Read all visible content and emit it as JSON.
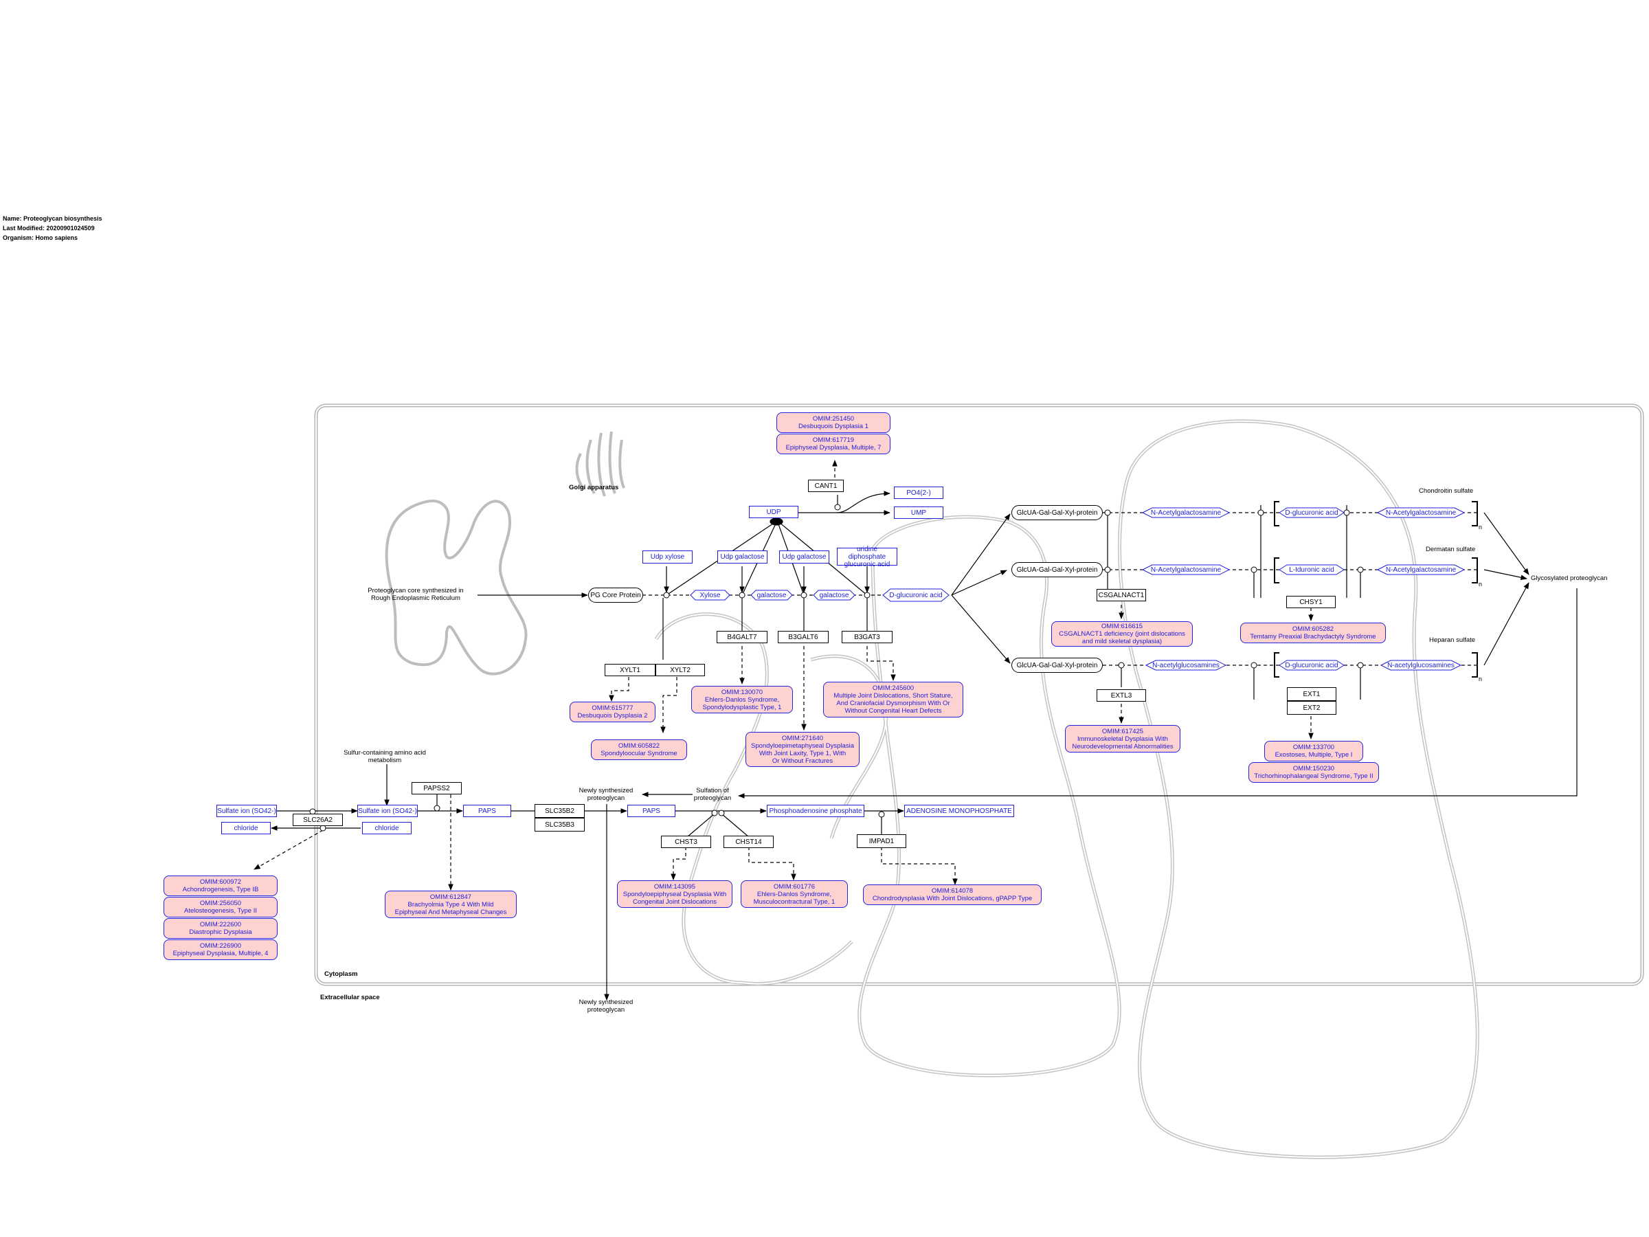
{
  "info": {
    "name": "Name: Proteoglycan biosynthesis",
    "modified": "Last Modified: 20200901024509",
    "organism": "Organism: Homo sapiens"
  },
  "compartments": {
    "golgi": "Golgi apparatus",
    "cytoplasm": "Cytoplasm",
    "extracellular": "Extracellular space"
  },
  "labels": {
    "pg_core_er": "Proteoglycan core synthesized in Rough Endoplasmic Reticulum",
    "sulfur_amino": "Sulfur-containing amino acid metabolism",
    "newly_pg_top": "Newly synthesized proteoglycan",
    "sulfation": "Sulfation of proteoglycan",
    "newly_pg_bottom": "Newly synthesized proteoglycan",
    "chondroitin": "Chondroitin sulfate",
    "dermatan": "Dermatan sulfate",
    "heparan": "Heparan sulfate",
    "glycosylated": "Glycosylated proteoglycan",
    "n1": "n",
    "n2": "n",
    "n3": "n"
  },
  "genes": {
    "cant1": "CANT1",
    "xylt1": "XYLT1",
    "xylt2": "XYLT2",
    "b4galt7": "B4GALT7",
    "b3galt6": "B3GALT6",
    "b3gat3": "B3GAT3",
    "csgalnact1": "CSGALNACT1",
    "chsy1": "CHSY1",
    "extl3": "EXTL3",
    "ext1": "EXT1",
    "ext2": "EXT2",
    "papss2": "PAPSS2",
    "slc26a2": "SLC26A2",
    "slc35b2": "SLC35B2",
    "slc35b3": "SLC35B3",
    "chst3": "CHST3",
    "chst14": "CHST14",
    "impad1": "IMPAD1"
  },
  "metabolites": {
    "udp": "UDP",
    "po4": "PO4(2-)",
    "ump": "UMP",
    "udp_xylose": "Udp xylose",
    "udp_gal1": "Udp galactose",
    "udp_gal2": "Udp galactose",
    "udp_glcua": "uridine diphosphate glucuronic acid",
    "pg_core": "PG Core Protein",
    "xylose": "Xylose",
    "gal1": "galactose",
    "gal2": "galactose",
    "glcua": "D-glucuronic acid",
    "glc_gal_1": "GlcUA-Gal-Gal-Xyl-protein",
    "glc_gal_2": "GlcUA-Gal-Gal-Xyl-protein",
    "glc_gal_3": "GlcUA-Gal-Gal-Xyl-protein",
    "nacgal1": "N-Acetylgalactosamine",
    "dglcua1": "D-glucuronic acid",
    "nacgal2": "N-Acetylgalactosamine",
    "nacgal3": "N-Acetylgalactosamine",
    "lidur": "L-Iduronic acid",
    "nacgal4": "N-Acetylgalactosamine",
    "nacglc1": "N-acetylglucosamines",
    "dglcua2": "D-glucuronic acid",
    "nacglc2": "N-acetylglucosamines",
    "sulfate_out": "Sulfate ion (SO42-)",
    "chloride_out": "chloride",
    "sulfate_in": "Sulfate ion (SO42-)",
    "chloride_in": "chloride",
    "paps1": "PAPS",
    "paps2": "PAPS",
    "pap": "Phosphoadenosine phosphate",
    "amp": "ADENOSINE MONOPHOSPHATE"
  },
  "omim": {
    "o251450": [
      "OMIM:251450",
      "Desbuquois Dysplasia 1"
    ],
    "o617719": [
      "OMIM:617719",
      "Epiphyseal Dysplasia, Multiple, 7"
    ],
    "o616615": [
      "OMIM:616615",
      "CSGALNACT1 deficiency (joint dislocations",
      "and mild skeletal dysplasia)"
    ],
    "o605282": [
      "OMIM:605282",
      "Temtamy Preaxial Brachydactyly Syndrome"
    ],
    "o615777": [
      "OMIM:615777",
      "Desbuquois Dysplasia 2"
    ],
    "o130070": [
      "OMIM:130070",
      "Ehlers-Danlos Syndrome,",
      "Spondylodysplastic Type, 1"
    ],
    "o245600": [
      "OMIM:245600",
      "Multiple Joint Dislocations, Short Stature,",
      "And Craniofacial Dysmorphism With Or",
      "Without Congenital Heart Defects"
    ],
    "o605822": [
      "OMIM:605822",
      "Spondyloocular Syndrome"
    ],
    "o271640": [
      "OMIM:271640",
      "Spondyloepimetaphyseal Dysplasia",
      "With Joint Laxity, Type 1, With",
      "Or Without Fractures"
    ],
    "o617425": [
      "OMIM:617425",
      "Immunoskeletal Dysplasia With",
      "Neurodevelopmental Abnormalities"
    ],
    "o133700": [
      "OMIM:133700",
      "Exostoses, Multiple, Type I"
    ],
    "o150230": [
      "OMIM:150230",
      "Trichorhinophalangeal Syndrome, Type II"
    ],
    "o600972": [
      "OMIM:600972",
      "Achondrogenesis, Type IB"
    ],
    "o256050": [
      "OMIM:256050",
      "Atelosteogenesis, Type II"
    ],
    "o222600": [
      "OMIM:222600",
      "Diastrophic Dysplasia"
    ],
    "o226900": [
      "OMIM:226900",
      "Epiphyseal Dysplasia, Multiple, 4"
    ],
    "o612847": [
      "OMIM:612847",
      "Brachyolmia Type 4 With Mild",
      "Epiphyseal And Metaphyseal Changes"
    ],
    "o143095": [
      "OMIM:143095",
      "Spondyloepiphyseal Dysplasia With",
      "Congenital Joint Dislocations"
    ],
    "o601776": [
      "OMIM:601776",
      "Ehlers-Danlos Syndrome,",
      "Musculocontractural Type, 1"
    ],
    "o614078": [
      "OMIM:614078",
      "Chondrodysplasia With Joint Dislocations, gPAPP Type"
    ]
  },
  "colors": {
    "metabolite": "#1d1dd8",
    "omim_fill": "#ffd2d2",
    "compartment": "#b4b4b4"
  }
}
